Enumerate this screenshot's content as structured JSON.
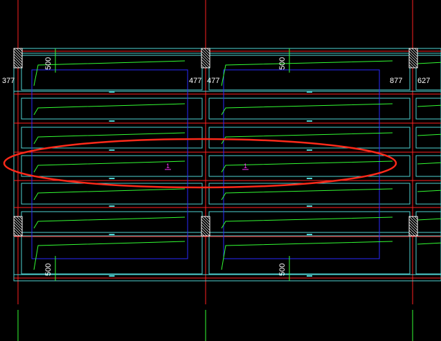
{
  "viewport": {
    "background": "#000000"
  },
  "colors": {
    "axis_red": "#ff2020",
    "outline_cyan": "#4fd5d5",
    "inner_blue": "#2a2aff",
    "rebar_green": "#33ff33",
    "dim_text": "#ffffff",
    "marker_magenta": "#ff33ff",
    "highlight_ellipse": "#ff2a1a",
    "column_hatch": "#ffffff"
  },
  "dimensions": {
    "top_left_500": "500",
    "top_mid_500": "500",
    "bottom_left_500": "500",
    "bottom_mid_500": "500",
    "label_377": "377",
    "label_477_left": "477",
    "label_477_right": "477",
    "label_877": "877",
    "label_627": "627"
  },
  "markers": {
    "marker_left": "1",
    "marker_right": "1"
  },
  "annotation": {
    "shape": "ellipse",
    "description_hidden": ""
  }
}
